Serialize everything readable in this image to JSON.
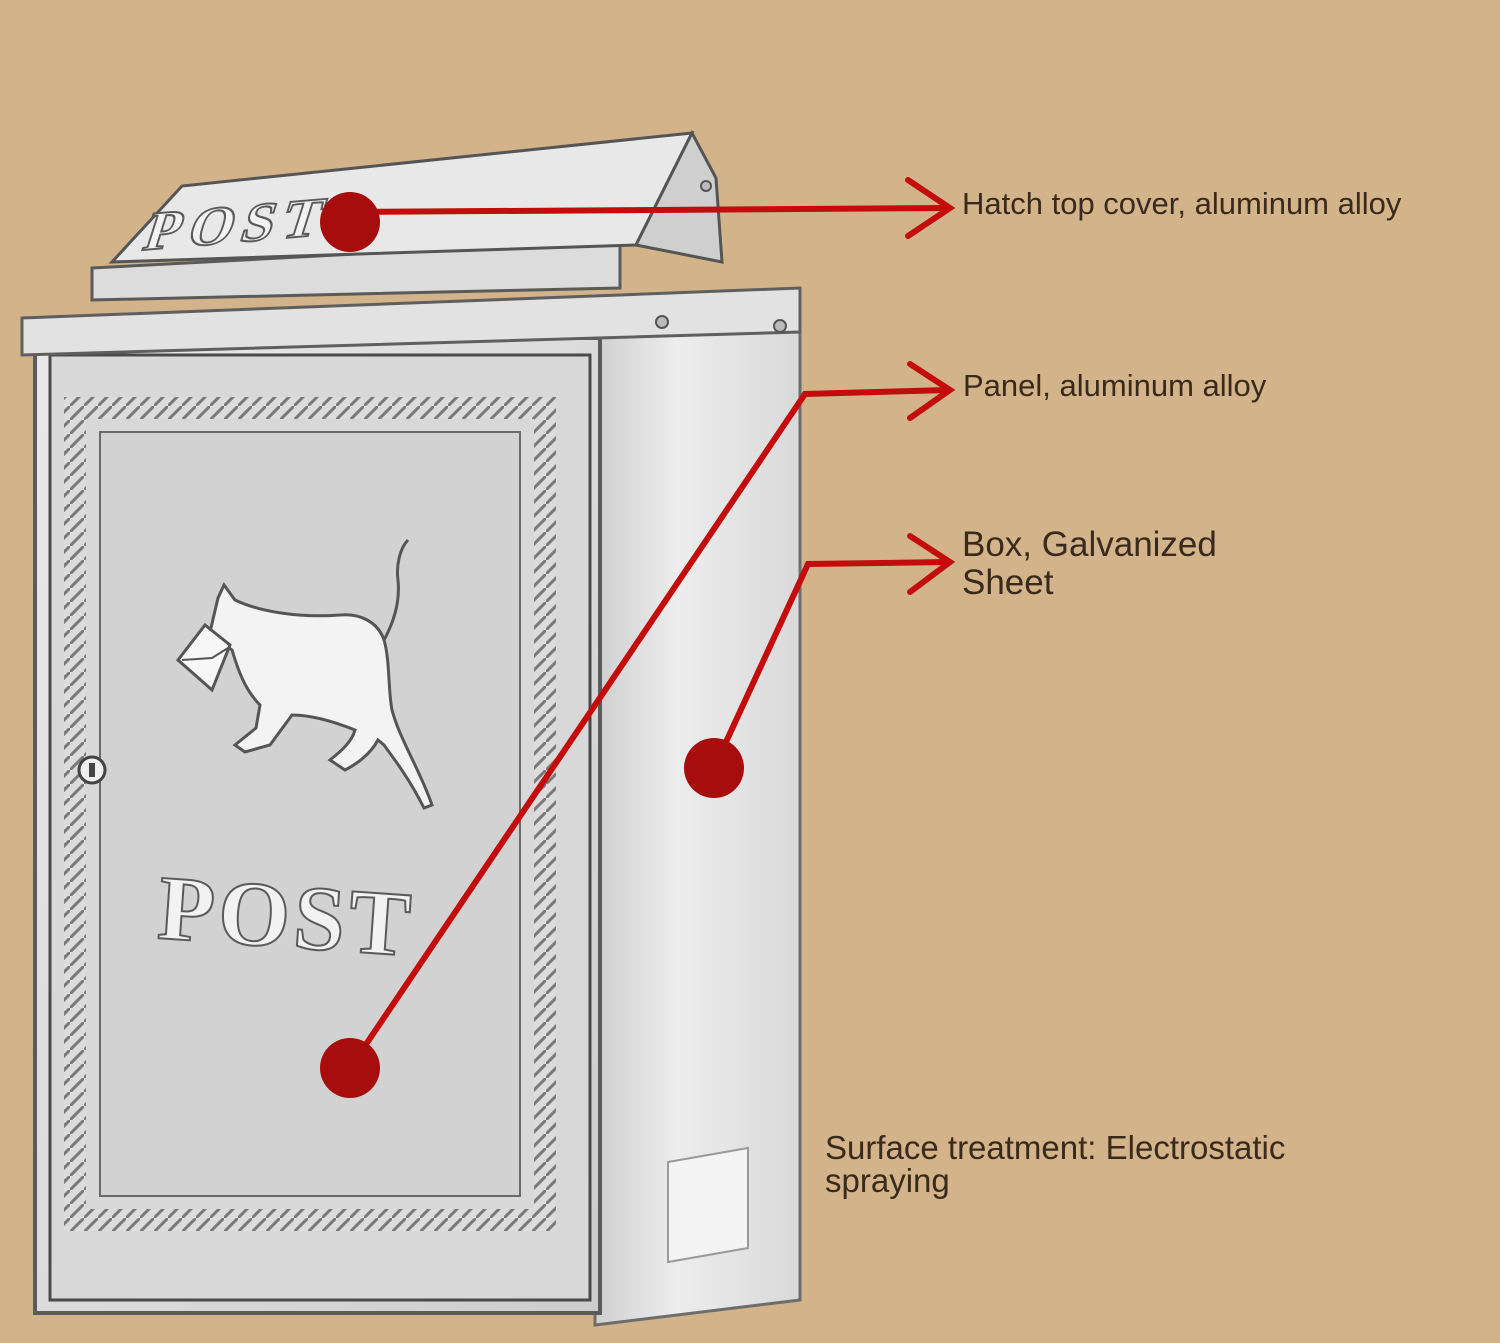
{
  "product": {
    "top_emboss": "POST",
    "panel_emboss": "POST"
  },
  "callouts": [
    {
      "id": "hatch",
      "text": "Hatch top cover, aluminum alloy"
    },
    {
      "id": "panel",
      "text": "Panel, aluminum alloy"
    },
    {
      "id": "box",
      "text": "Box, Galvanized Sheet"
    },
    {
      "id": "surface",
      "text": "Surface treatment: Electrostatic spraying"
    }
  ],
  "colors": {
    "background": "#d3b48a",
    "callout_red": "#c40c0c",
    "dot_red": "#a80d0d",
    "metal": "#e6e6e6",
    "label_text": "#3a2a1c"
  }
}
